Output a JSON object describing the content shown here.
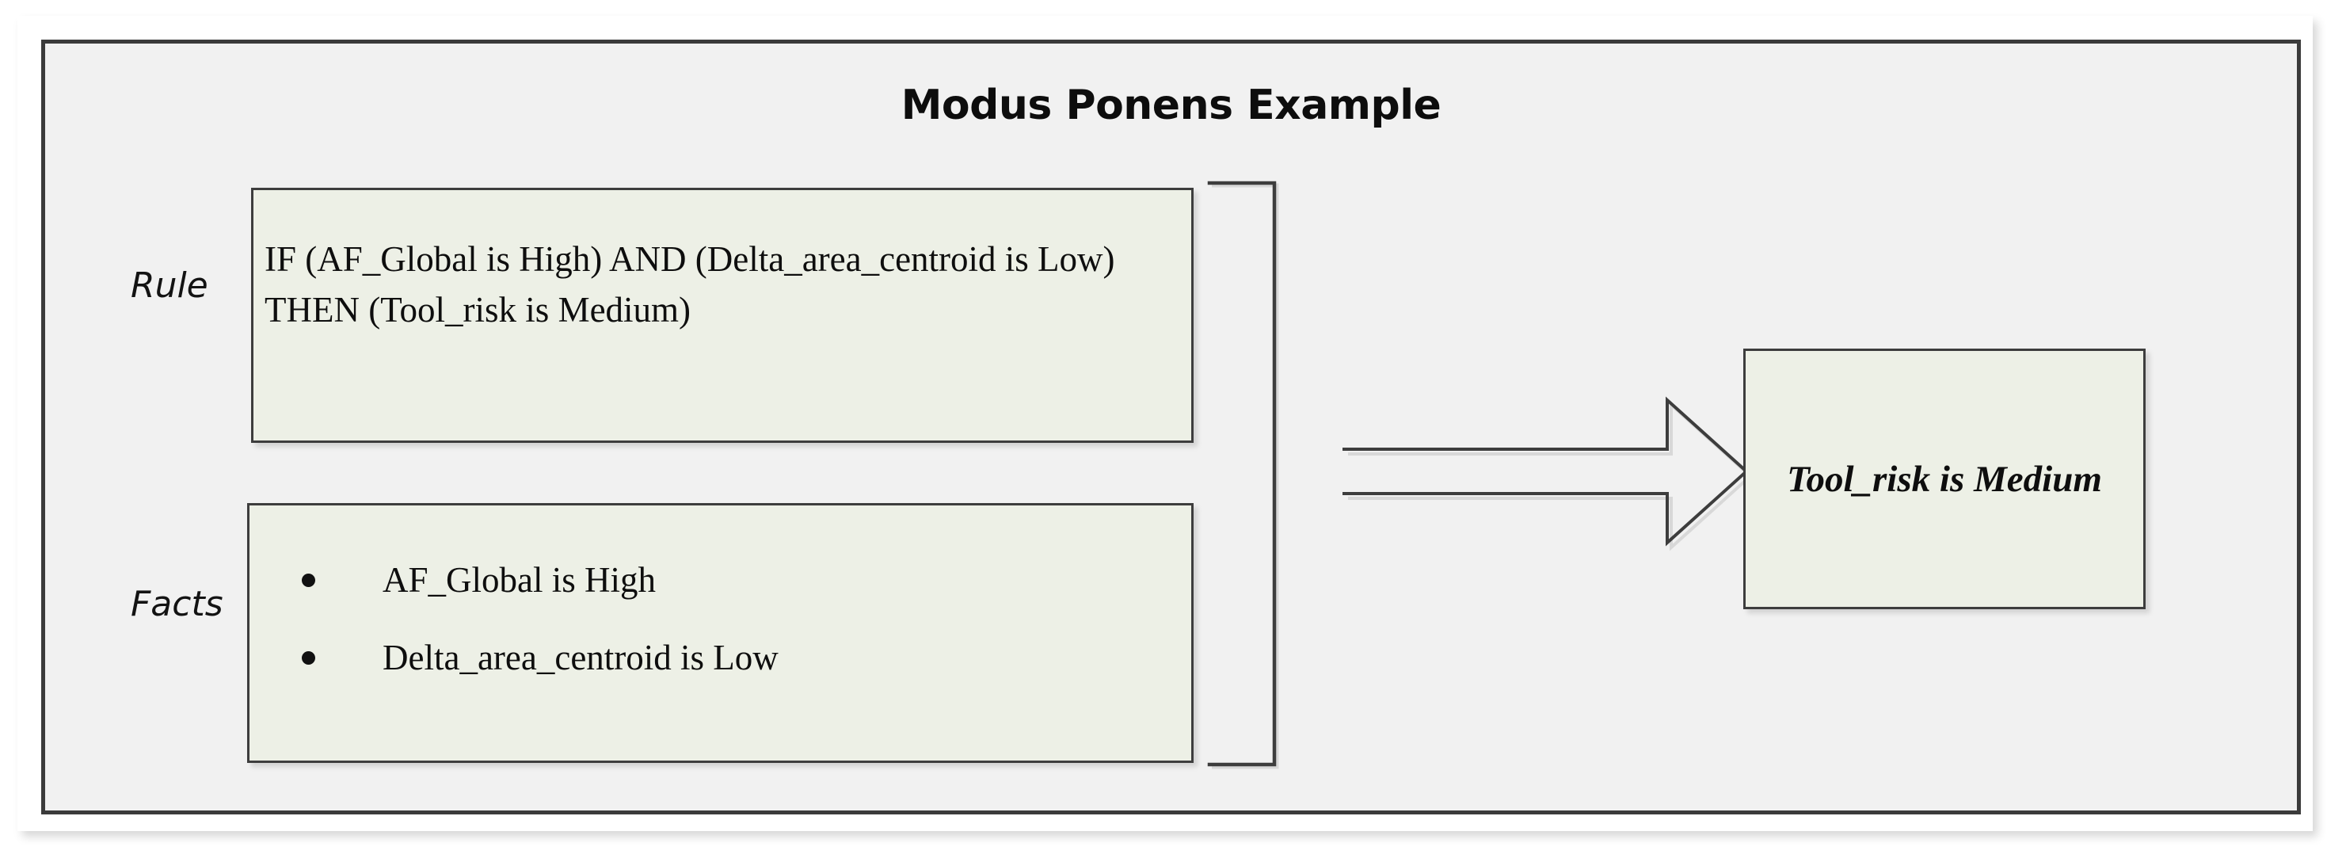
{
  "diagram": {
    "title": "Modus Ponens Example",
    "colors": {
      "frame_border": "#3b3b3b",
      "frame_fill": "#f1f1f1",
      "box_fill": "#edf0e6",
      "box_border": "#3d3d3d",
      "text": "#0e0e0e",
      "page_background": "#ffffff"
    },
    "labels": {
      "rule": "Rule",
      "facts": "Facts"
    },
    "rule": {
      "text": "IF (AF_Global is High) AND (Delta_area_centroid is Low) THEN (Tool_risk is Medium)"
    },
    "facts": {
      "items": [
        "AF_Global is High",
        "Delta_area_centroid is Low"
      ]
    },
    "conclusion": {
      "text": "Tool_risk is Medium"
    },
    "connectors": {
      "bracket": "right-square-bracket",
      "arrow": "hollow-block-arrow-right"
    }
  }
}
